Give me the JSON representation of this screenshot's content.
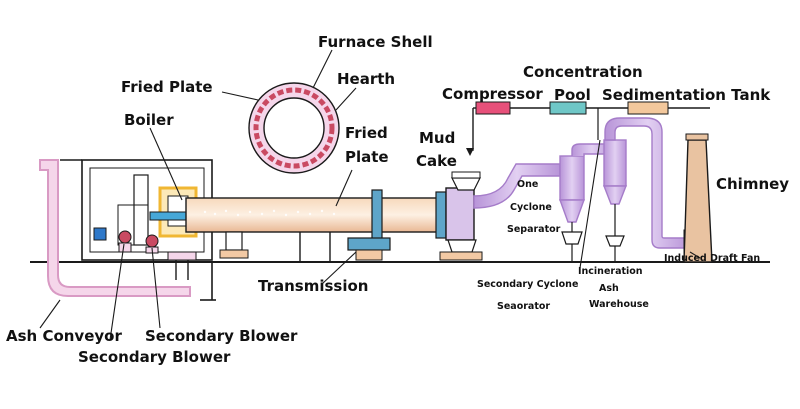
{
  "labels": {
    "furnace_shell": "Furnace Shell",
    "hearth": "Hearth",
    "fried_plate_ring": "Fried Plate",
    "boiler": "Boiler",
    "fried_plate_kiln_1": "Fried",
    "fried_plate_kiln_2": "Plate",
    "compressor": "Compressor",
    "concentration": "Concentration",
    "pool": "Pool",
    "sedimentation_tank": "Sedimentation Tank",
    "mud": "Mud",
    "cake": "Cake",
    "one": "One",
    "cyclone": "Cyclone",
    "separator": "Separator",
    "chimney": "Chimney",
    "induced_draft_fan": "Induced Draft Fan",
    "transmission": "Transmission",
    "secondary_cyclone": "Secondary Cyclone",
    "seaorator": "Seaorator",
    "incineration": "Incineration",
    "ash": "Ash",
    "warehouse": "Warehouse",
    "ash_conveyor": "Ash Conveyor",
    "secondary_blower_1": "Secondary Blower",
    "secondary_blower_2": "Secondary Blower"
  },
  "colors": {
    "line": "#1a1a1a",
    "pink_frame": "#d99ac4",
    "pink_fill": "#f5d6ea",
    "kiln_fill": "#f2c9a4",
    "kiln_light": "#fbe6d2",
    "purple_duct": "#c7a6e2",
    "purple_dark": "#a57cc9",
    "compressor": "#e7507a",
    "pool": "#6fc7c7",
    "sed_tank": "#f3c89c",
    "cyan_burner": "#46a8d8",
    "blue_box": "#2e78c9",
    "red_blower": "#c94a62",
    "chimney": "#e9c3a1",
    "yellow_boiler": "#f0b733"
  }
}
